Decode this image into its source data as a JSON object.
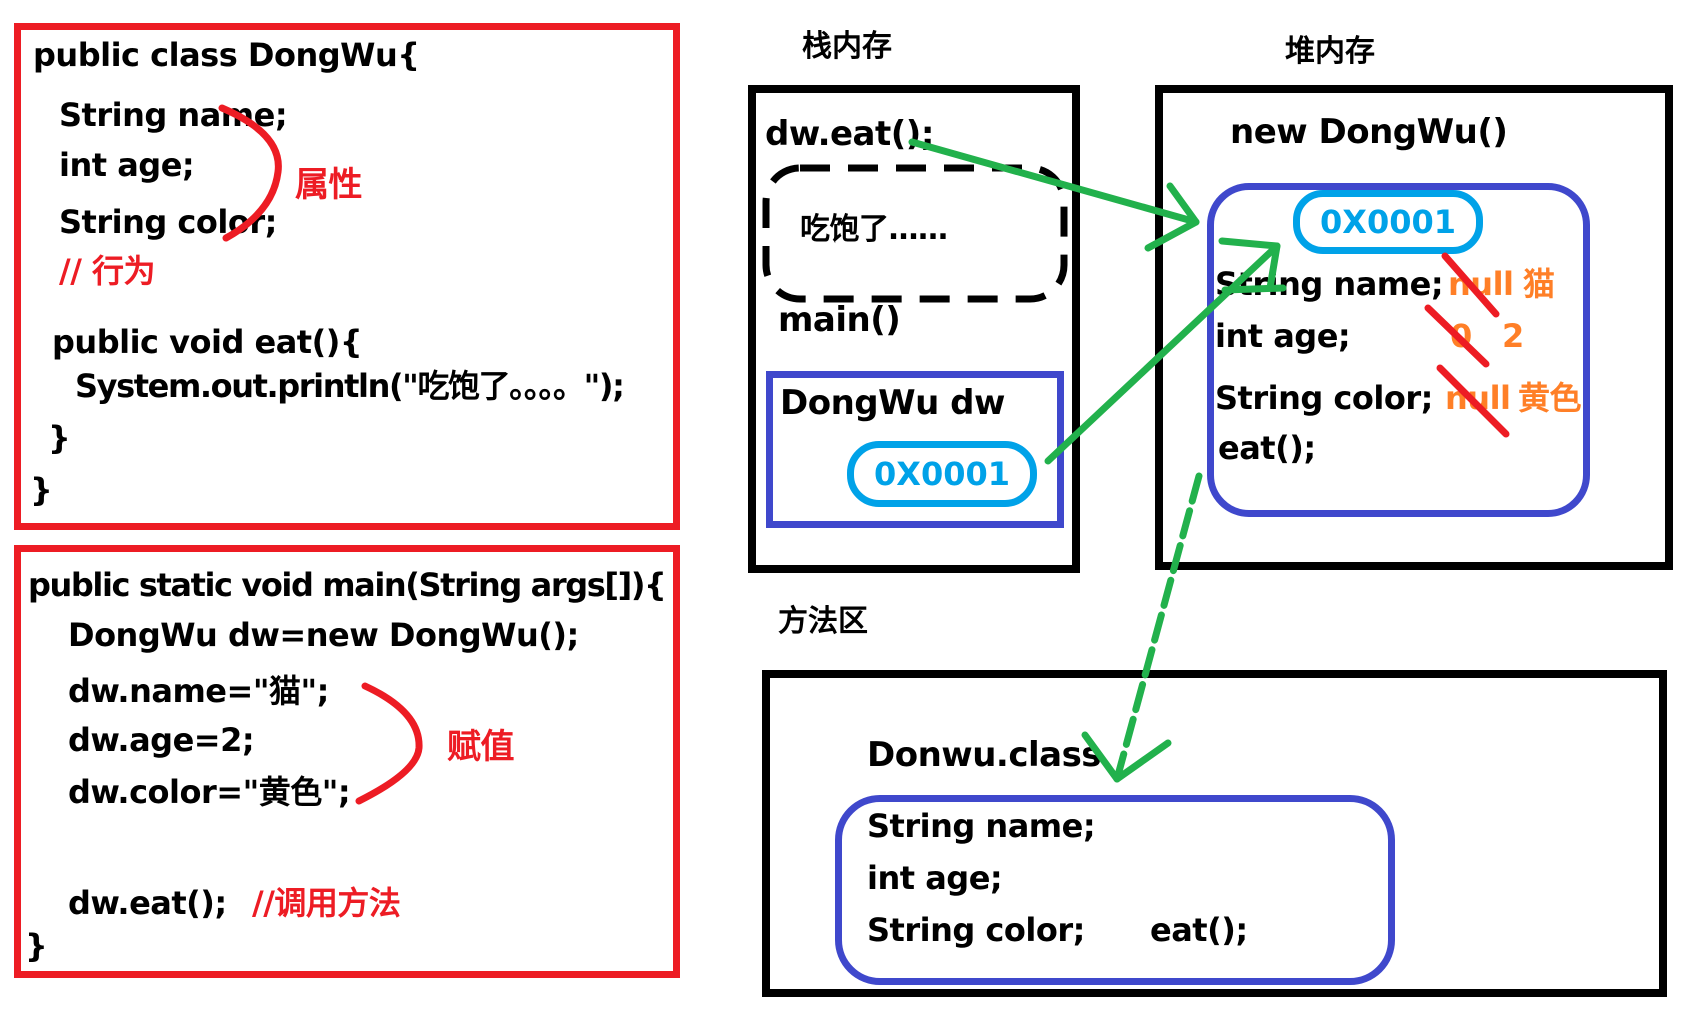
{
  "colors": {
    "red": "#ED1C24",
    "green": "#22B14C",
    "indigo": "#3F48CC",
    "cyan": "#00A2E8",
    "orange": "#FF7F27",
    "black": "#000000"
  },
  "class_code": {
    "l1": "public class DongWu{",
    "l2": "String name;",
    "l3": "int age;",
    "l4": "String color;",
    "l5": "// 行为",
    "l6": "public void eat(){",
    "l7": "System.out.println(\"吃饱了。。。。\");",
    "l8": "}",
    "l9": "}",
    "attr_label": "属性"
  },
  "main_code": {
    "l1": "public static void main(String args[]){",
    "l2": "DongWu dw=new DongWu();",
    "l3": "dw.name=\"猫\";",
    "l4": "dw.age=2;",
    "l5": "dw.color=\"黄色\";",
    "l6": "dw.eat();",
    "l6_comment": "//调用方法",
    "l7": "}",
    "assign_label": "赋值"
  },
  "stack": {
    "title": "栈内存",
    "call": "dw.eat();",
    "bubble": "吃饱了……",
    "frame_label": "main()",
    "var_decl": "DongWu dw",
    "address": "0X0001"
  },
  "heap": {
    "title": "堆内存",
    "header": "new DongWu()",
    "address": "0X0001",
    "fields": [
      {
        "decl": "String name;",
        "old": "null",
        "new": "猫"
      },
      {
        "decl": "int age;",
        "old": "0",
        "new": "2"
      },
      {
        "decl": "String color;",
        "old": "null",
        "new": "黄色"
      }
    ],
    "method": "eat();"
  },
  "method_area": {
    "title": "方法区",
    "class_name": "Donwu.class",
    "f1": "String name;",
    "f2": "int age;",
    "f3": "String color;",
    "m1": "eat();"
  }
}
